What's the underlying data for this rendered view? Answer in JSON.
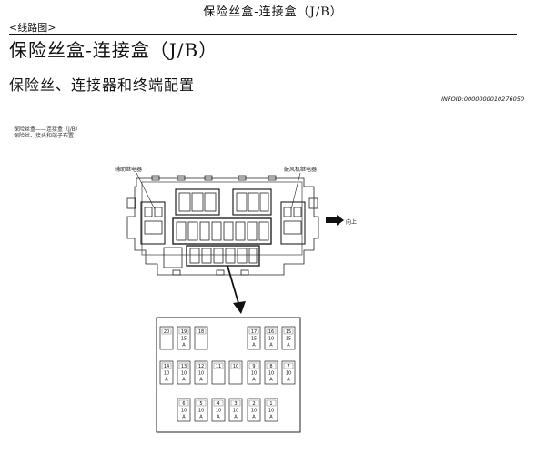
{
  "document": {
    "header": "保险丝盒-连接盒（J/B）",
    "breadcrumb": "<线路图>",
    "title": "保险丝盒-连接盒（J/B）",
    "section": "保险丝、连接器和终端配置",
    "info_id": "INFOID:0000000010276050"
  },
  "diagram": {
    "caption_line1": "保险丝盒——连接盒（J/B）",
    "caption_line2": "保险丝、接头和端子布置",
    "label_left": "辅助继电器",
    "label_right": "鼓风机继电器",
    "label_arrow": "向上",
    "fuse_rows": [
      [
        {
          "no": "20",
          "amp": "",
          "unit": ""
        },
        {
          "no": "19",
          "amp": "15",
          "unit": "A"
        },
        {
          "no": "18",
          "amp": "",
          "unit": ""
        },
        {
          "no": "17",
          "amp": "15",
          "unit": "A"
        },
        {
          "no": "16",
          "amp": "10",
          "unit": "A"
        },
        {
          "no": "15",
          "amp": "15",
          "unit": "A"
        }
      ],
      [
        {
          "no": "14",
          "amp": "10",
          "unit": "A"
        },
        {
          "no": "13",
          "amp": "10",
          "unit": "A"
        },
        {
          "no": "12",
          "amp": "10",
          "unit": "A"
        },
        {
          "no": "11",
          "amp": "",
          "unit": ""
        },
        {
          "no": "10",
          "amp": "",
          "unit": ""
        },
        {
          "no": "9",
          "amp": "10",
          "unit": "A"
        },
        {
          "no": "8",
          "amp": "10",
          "unit": "A"
        },
        {
          "no": "7",
          "amp": "10",
          "unit": "A"
        }
      ],
      [
        {
          "no": "6",
          "amp": "10",
          "unit": "A"
        },
        {
          "no": "5",
          "amp": "10",
          "unit": "A"
        },
        {
          "no": "4",
          "amp": "10",
          "unit": "A"
        },
        {
          "no": "3",
          "amp": "10",
          "unit": "A"
        },
        {
          "no": "2",
          "amp": "10",
          "unit": "A"
        },
        {
          "no": "1",
          "amp": "10",
          "unit": "A"
        }
      ]
    ]
  }
}
